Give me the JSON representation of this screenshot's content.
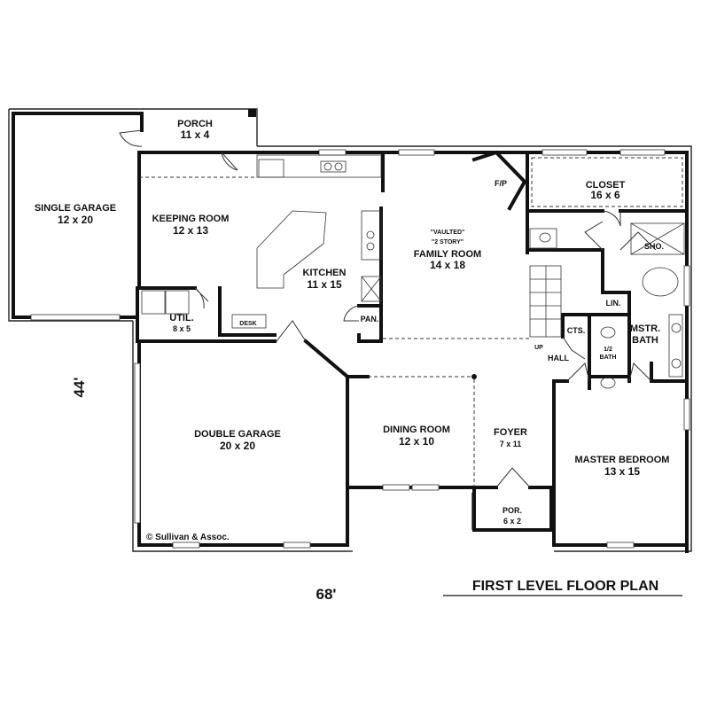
{
  "plan": {
    "title": "FIRST LEVEL FLOOR PLAN",
    "copyright": "© Sullivan & Assoc.",
    "width_dim": "68'",
    "depth_dim": "44'",
    "rooms": {
      "single_garage": {
        "name": "SINGLE GARAGE",
        "size": "12 x 20"
      },
      "porch": {
        "name": "PORCH",
        "size": "11 x 4"
      },
      "keeping_room": {
        "name": "KEEPING ROOM",
        "size": "12 x 13"
      },
      "kitchen": {
        "name": "KITCHEN",
        "size": "11 x 15"
      },
      "family_room": {
        "note1": "\"VAULTED\"",
        "note2": "\"2 STORY\"",
        "name": "FAMILY ROOM",
        "size": "14 x 18"
      },
      "fireplace": {
        "name": "F/P"
      },
      "closet": {
        "name": "CLOSET",
        "size": "16 x 6"
      },
      "shower": {
        "name": "SHO."
      },
      "utility": {
        "name": "UTIL.",
        "size": "8 x 5"
      },
      "desk": {
        "name": "DESK"
      },
      "pantry": {
        "name": "PAN."
      },
      "linen": {
        "name": "LIN."
      },
      "master_bath": {
        "name": "MSTR.",
        "name2": "BATH"
      },
      "coats": {
        "name": "CTS."
      },
      "half_bath": {
        "name": "1/2",
        "name2": "BATH"
      },
      "stair_up": {
        "name": "UP"
      },
      "hall": {
        "name": "HALL"
      },
      "double_garage": {
        "name": "DOUBLE GARAGE",
        "size": "20 x 20"
      },
      "dining_room": {
        "name": "DINING ROOM",
        "size": "12 x 10"
      },
      "foyer": {
        "name": "FOYER",
        "size": "7 x 11"
      },
      "master_bedroom": {
        "name": "MASTER BEDROOM",
        "size": "13 x 15"
      },
      "front_porch": {
        "name": "POR.",
        "size": "6 x 2"
      }
    }
  }
}
